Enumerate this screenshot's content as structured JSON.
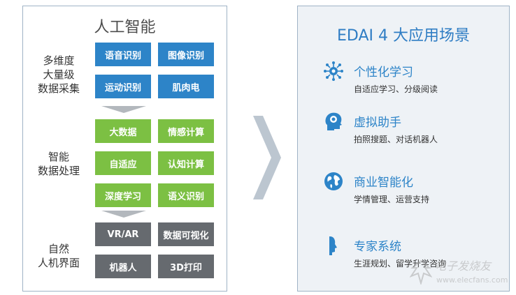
{
  "left": {
    "title": "人工智能",
    "rows": [
      {
        "label_lines": [
          "多维度",
          "大量级",
          "数据采集"
        ]
      },
      {
        "label_lines": [
          "智能",
          "数据处理"
        ]
      },
      {
        "label_lines": [
          "自然",
          "人机界面"
        ]
      }
    ],
    "boxes": {
      "collect": [
        "语音识别",
        "图像识别",
        "运动识别",
        "肌肉电"
      ],
      "process": [
        "大数据",
        "情感计算",
        "自适应",
        "认知计算",
        "深度学习",
        "语义识别"
      ],
      "interface": [
        "VR/AR",
        "数据可视化",
        "机器人",
        "3D打印"
      ]
    },
    "colors": {
      "collect": "#2d84c8",
      "process": "#7cc043",
      "interface": "#666a6f"
    }
  },
  "right": {
    "title": "EDAI 4 大应用场景",
    "items": [
      {
        "icon": "brain-network-icon",
        "title": "个性化学习",
        "sub": "自适应学习、分级阅读"
      },
      {
        "icon": "robot-head-icon",
        "title": "虚拟助手",
        "sub": "拍照搜题、对话机器人"
      },
      {
        "icon": "globe-icon",
        "title": "商业智能化",
        "sub": "学情管理、运营支持"
      },
      {
        "icon": "expert-profile-icon",
        "title": "专家系统",
        "sub": "生涯规划、留学升学咨询"
      }
    ]
  },
  "watermark": {
    "text": "电子发烧友",
    "url": "www.elecfans.com"
  }
}
